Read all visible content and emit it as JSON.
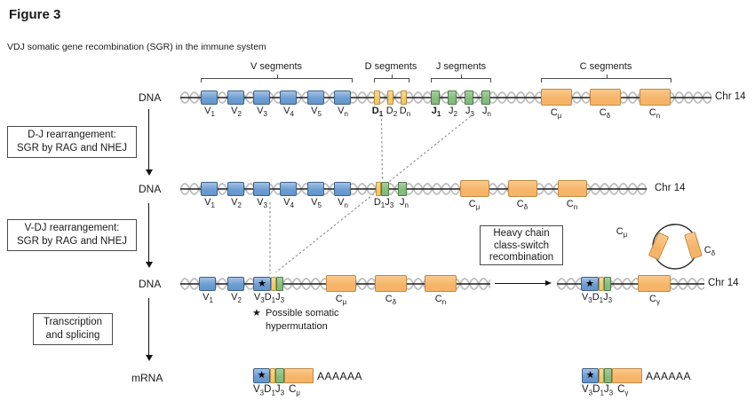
{
  "title": "Figure 3",
  "subtitle": "VDJ somatic gene recombination (SGR) in the immune system",
  "section_labels": {
    "v": "V segments",
    "d": "D segments",
    "j": "J segments",
    "c": "C segments"
  },
  "labels": {
    "dna": "DNA",
    "mrna": "mRNA",
    "chr": "Chr 14",
    "polya": "AAAAAA",
    "star": "★"
  },
  "process": {
    "dj1": "D-J rearrangement:",
    "dj2": "SGR by RAG and NHEJ",
    "vdj1": "V-DJ rearrangement:",
    "vdj2": "SGR by RAG and NHEJ",
    "tr1": "Transcription",
    "tr2": "and splicing",
    "hc1": "Heavy chain",
    "hc2": "class-switch",
    "hc3": "recombination"
  },
  "footnote": {
    "marker": "★",
    "line1": "Possible somatic",
    "line2": "hypermutation"
  },
  "seg": {
    "r1v": [
      {
        "b": "V",
        "s": "1"
      },
      {
        "b": "V",
        "s": "2"
      },
      {
        "b": "V",
        "s": "3"
      },
      {
        "b": "V",
        "s": "4"
      },
      {
        "b": "V",
        "s": "5"
      },
      {
        "b": "V",
        "s": "n"
      }
    ],
    "r1d": [
      {
        "b": "D",
        "s": "1"
      },
      {
        "b": "D",
        "s": "2"
      },
      {
        "b": "D",
        "s": "n"
      }
    ],
    "r1j": [
      {
        "b": "J",
        "s": "1"
      },
      {
        "b": "J",
        "s": "2"
      },
      {
        "b": "J",
        "s": "3"
      },
      {
        "b": "J",
        "s": "n"
      }
    ],
    "r1c": [
      {
        "b": "C",
        "s": "μ"
      },
      {
        "b": "C",
        "s": "δ"
      },
      {
        "b": "C",
        "s": "n"
      }
    ],
    "r2v": [
      {
        "b": "V",
        "s": "1"
      },
      {
        "b": "V",
        "s": "2"
      },
      {
        "b": "V",
        "s": "3"
      },
      {
        "b": "V",
        "s": "4"
      },
      {
        "b": "V",
        "s": "5"
      },
      {
        "b": "V",
        "s": "n"
      }
    ],
    "r2dj": [
      {
        "b": "D",
        "s": "1"
      },
      {
        "b": "J",
        "s": "3"
      }
    ],
    "r2jn": {
      "b": "J",
      "s": "n"
    },
    "r2c": [
      {
        "b": "C",
        "s": "μ"
      },
      {
        "b": "C",
        "s": "δ"
      },
      {
        "b": "C",
        "s": "n"
      }
    ],
    "r3v": [
      {
        "b": "V",
        "s": "1"
      },
      {
        "b": "V",
        "s": "2"
      }
    ],
    "r3combo": [
      {
        "b": "V",
        "s": "3"
      },
      {
        "b": "D",
        "s": "1"
      },
      {
        "b": "J",
        "s": "3"
      }
    ],
    "r3c": [
      {
        "b": "C",
        "s": "μ"
      },
      {
        "b": "C",
        "s": "δ"
      },
      {
        "b": "C",
        "s": "n"
      }
    ],
    "r3gamma": {
      "b": "C",
      "s": "γ"
    },
    "circle": [
      {
        "b": "C",
        "s": "μ"
      },
      {
        "b": "C",
        "s": "δ"
      }
    ],
    "mrna1": [
      {
        "b": "V",
        "s": "3"
      },
      {
        "b": "D",
        "s": "1"
      },
      {
        "b": "J",
        "s": "3"
      },
      {
        "b": "C",
        "s": "μ"
      }
    ],
    "mrna2": [
      {
        "b": "V",
        "s": "3"
      },
      {
        "b": "D",
        "s": "1"
      },
      {
        "b": "J",
        "s": "3"
      },
      {
        "b": "C",
        "s": "γ"
      }
    ]
  },
  "colors": {
    "v_segment_blue": "#6d9dd2",
    "d_segment_yellow": "#f3c76a",
    "j_segment_green": "#84bb7e",
    "c_segment_orange": "#f6b469",
    "dna_line": "#1a1a1a",
    "helix_wave": "#bcbcbc",
    "dashed_line": "#8a8a8a"
  }
}
